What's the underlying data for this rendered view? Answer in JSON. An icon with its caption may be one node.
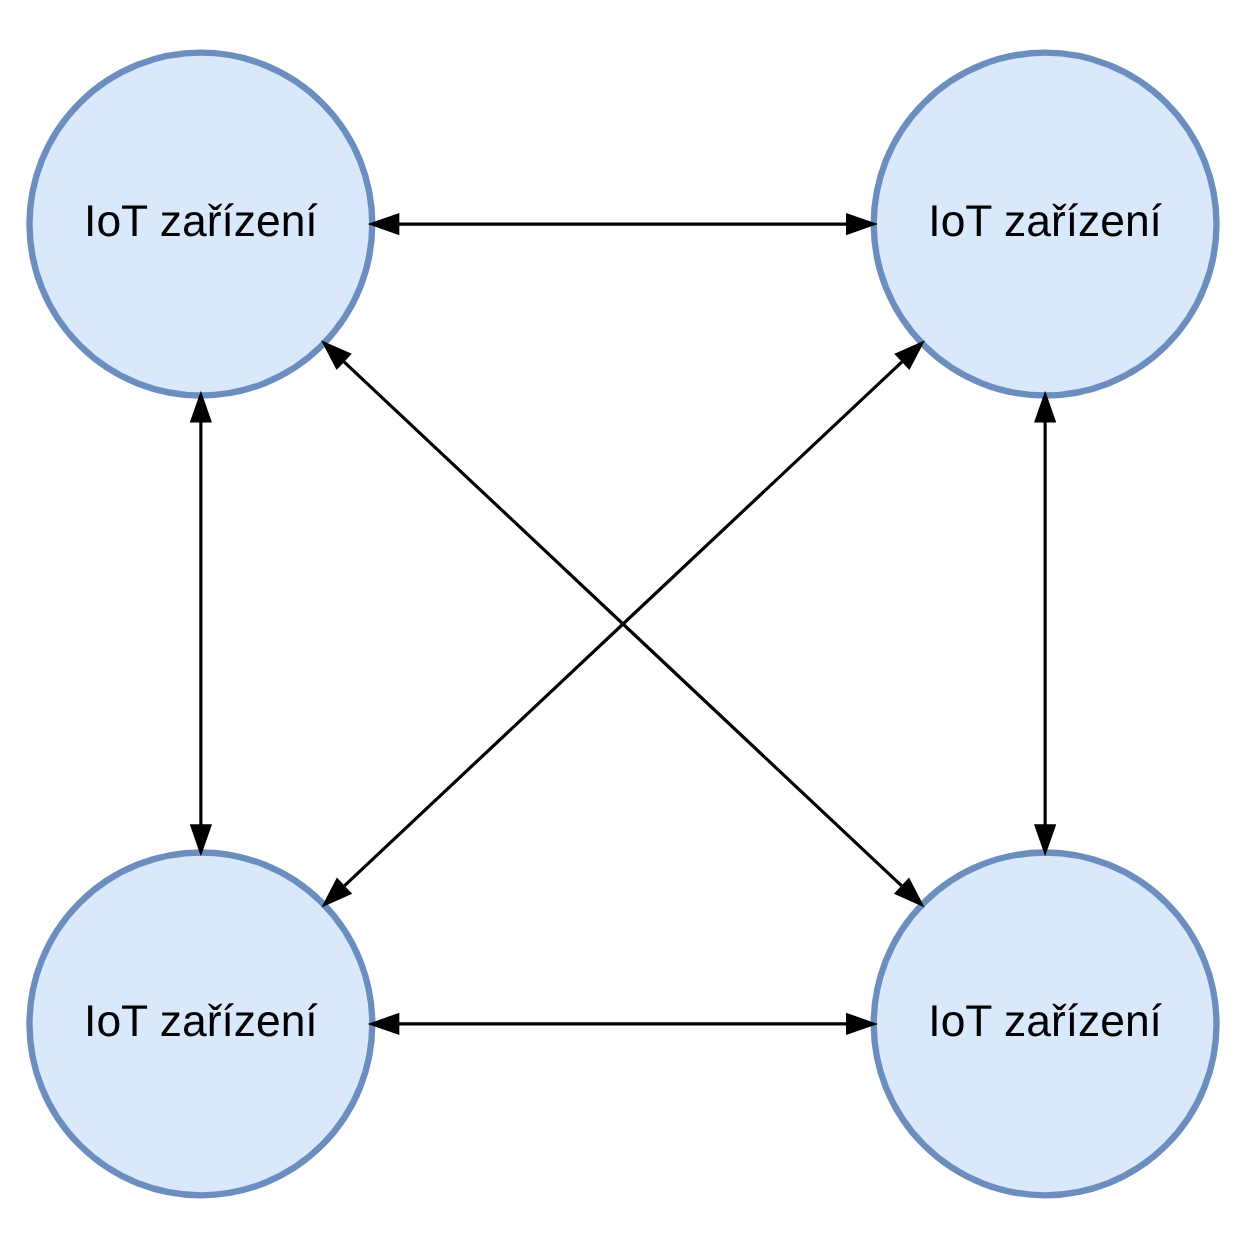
{
  "diagram": {
    "nodes": [
      {
        "text": [
          "IoT zařízení"
        ]
      },
      {
        "text": [
          "IoT zařízení"
        ]
      },
      {
        "text": [
          "IoT zařízení"
        ]
      },
      {
        "text": [
          "IoT zařízení"
        ]
      }
    ],
    "edges": [
      {
        "from": 0,
        "to": 1,
        "arrow": "both"
      },
      {
        "from": 0,
        "to": 2,
        "arrow": "both"
      },
      {
        "from": 0,
        "to": 3,
        "arrow": "both"
      },
      {
        "from": 1,
        "to": 2,
        "arrow": "both"
      },
      {
        "from": 1,
        "to": 3,
        "arrow": "both"
      },
      {
        "from": 2,
        "to": 3,
        "arrow": "both"
      }
    ]
  }
}
